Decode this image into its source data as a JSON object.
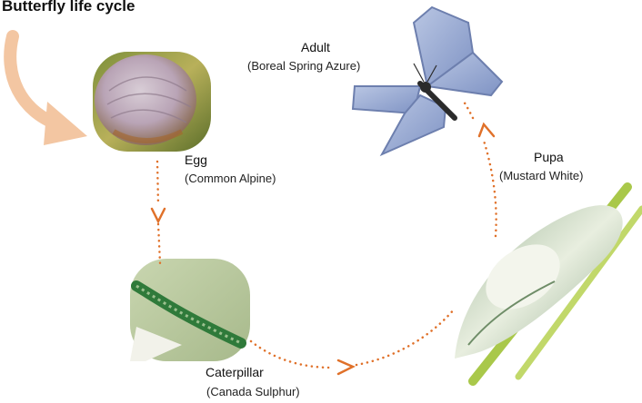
{
  "title": "Butterfly life cycle",
  "colors": {
    "cycle_arrow": "#e0712a",
    "intro_arrow": "#f3c6a2",
    "stem": "#a9c84a"
  },
  "stages": {
    "egg": {
      "name": "Egg",
      "species": "(Common Alpine)"
    },
    "caterpillar": {
      "name": "Caterpillar",
      "species": "(Canada Sulphur)"
    },
    "pupa": {
      "name": "Pupa",
      "species": "(Mustard White)"
    },
    "adult": {
      "name": "Adult",
      "species": "(Boreal Spring Azure)"
    }
  }
}
